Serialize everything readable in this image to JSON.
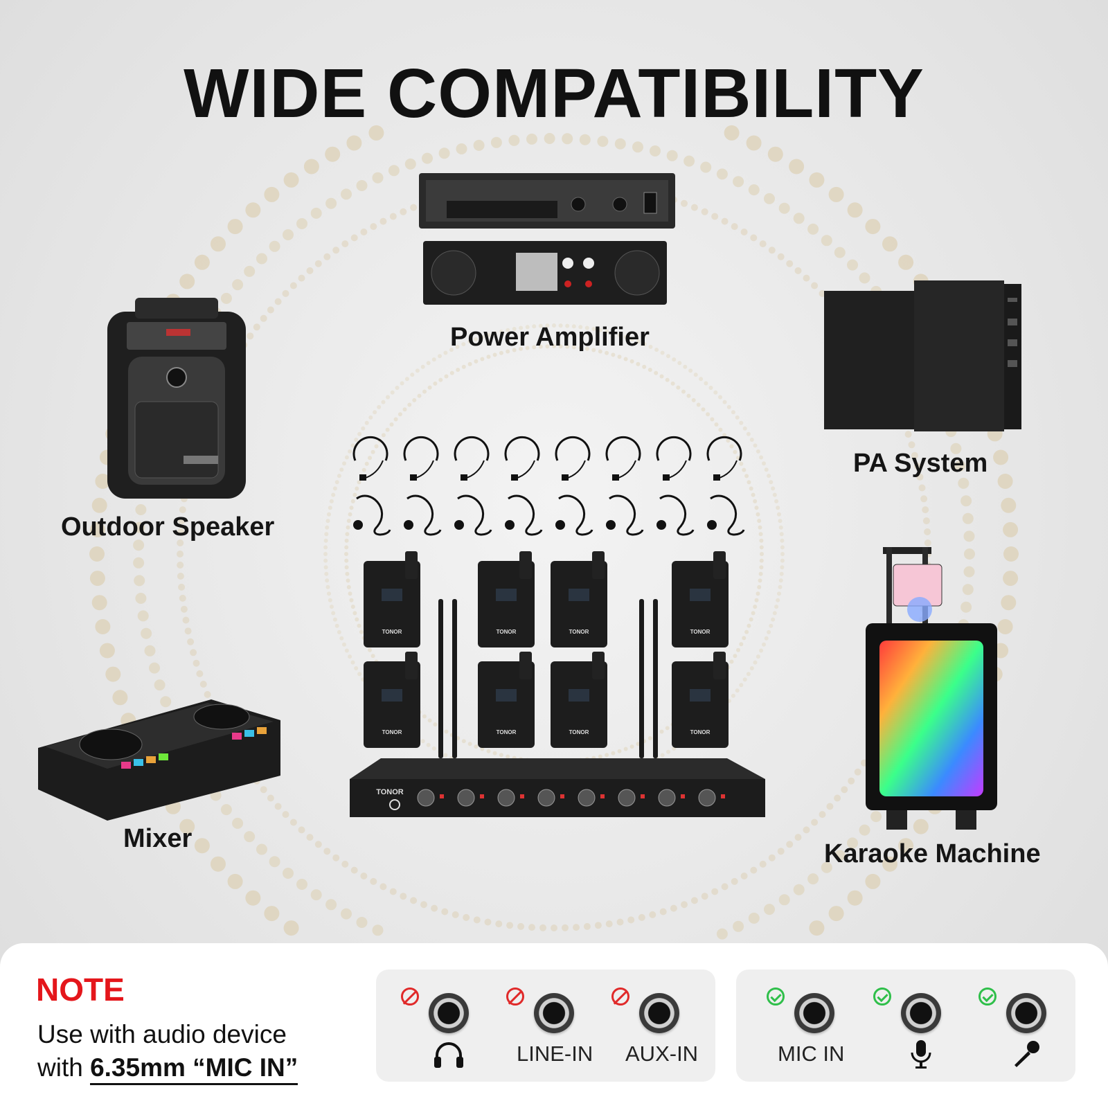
{
  "title": "WIDE COMPATIBILITY",
  "devices": {
    "power_amplifier": "Power Amplifier",
    "pa_system": "PA System",
    "outdoor_speaker": "Outdoor Speaker",
    "mixer": "Mixer",
    "karaoke_machine": "Karaoke Machine"
  },
  "product": {
    "brand": "TONOR",
    "transmitter_count": 8,
    "headset_count": 8,
    "lavalier_count": 8
  },
  "note": {
    "title": "NOTE",
    "line1": "Use with audio device",
    "line2_prefix": "with ",
    "line2_emphasis": "6.35mm “MIC IN”"
  },
  "ports_incompatible": [
    {
      "label": "",
      "icon": "headphones-icon",
      "status": "not-supported"
    },
    {
      "label": "LINE-IN",
      "icon": "",
      "status": "not-supported"
    },
    {
      "label": "AUX-IN",
      "icon": "",
      "status": "not-supported"
    }
  ],
  "ports_compatible": [
    {
      "label": "MIC IN",
      "icon": "",
      "status": "supported"
    },
    {
      "label": "",
      "icon": "microphone-icon",
      "status": "supported"
    },
    {
      "label": "",
      "icon": "handheld-microphone-icon",
      "status": "supported"
    }
  ],
  "colors": {
    "note_red": "#e4161b",
    "ok_green": "#2fbf4a",
    "bad_red": "#e02a2a",
    "dot_gold": "#d9c9a4"
  }
}
